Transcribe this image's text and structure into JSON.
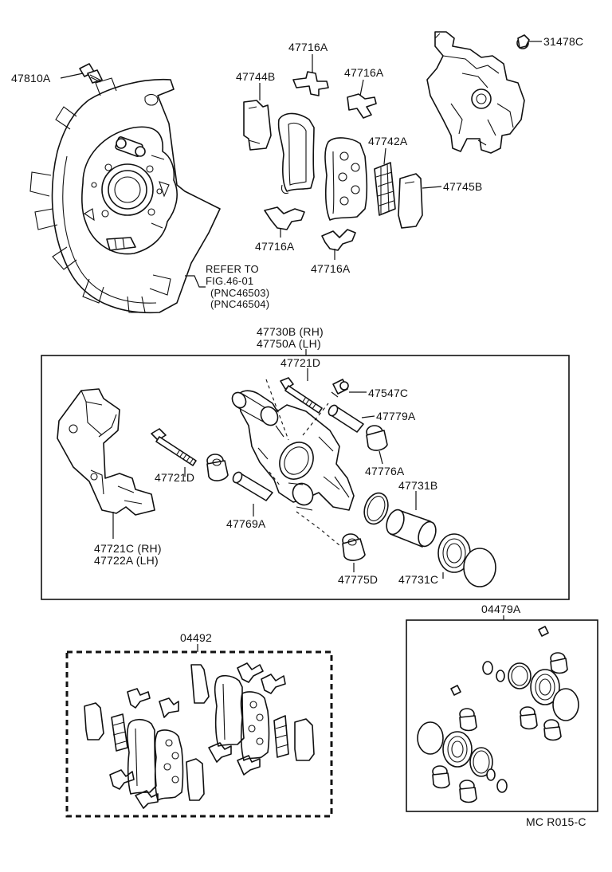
{
  "labels": {
    "p47810A": "47810A",
    "p47716A_top": "47716A",
    "p31478C": "31478C",
    "p47744B": "47744B",
    "p47716A_mid": "47716A",
    "p47742A": "47742A",
    "p47745B": "47745B",
    "p47716A_left": "47716A",
    "p47716A_right": "47716A",
    "refer_line1": "REFER TO",
    "refer_line2": "FIG.46-01",
    "refer_line3": "(PNC46503)",
    "refer_line4": "(PNC46504)",
    "p47730B": "47730B (RH)",
    "p47750A": "47750A (LH)",
    "p47721D_top": "47721D",
    "p47547C": "47547C",
    "p47779A": "47779A",
    "p47776A": "47776A",
    "p47721D_left": "47721D",
    "p47731B": "47731B",
    "p47769A": "47769A",
    "p47721C": "47721C (RH)",
    "p47722A": "47722A (LH)",
    "p47775D": "47775D",
    "p47731C": "47731C",
    "p04492": "04492",
    "p04479A": "04479A",
    "code": "MC  R015-C"
  }
}
